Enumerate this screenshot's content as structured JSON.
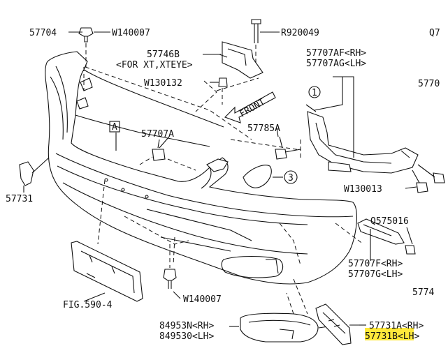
{
  "colors": {
    "line": "#111111",
    "background": "#ffffff",
    "highlight": "#ffe93b"
  },
  "labels": {
    "p57704": "57704",
    "w140007_top": "W140007",
    "r920049": "R920049",
    "q_cut": "Q7",
    "p57746b": "57746B",
    "xt_note": "<FOR XT,XTEYE>",
    "w130132": "W130132",
    "front": "FRONT",
    "p57707af": "57707AF<RH>",
    "p57707ag": "57707AG<LH>",
    "p5770_cut": "5770",
    "box_a": "A",
    "p57707a": "57707A",
    "circle_1": "1",
    "p57785a": "57785A",
    "circle_3": "3",
    "w130013": "W130013",
    "p57731": "57731",
    "q575016": "Q575016",
    "p57707f": "57707F<RH>",
    "p57707g": "57707G<LH>",
    "p5774_cut": "5774",
    "fig590": "FIG.590-4",
    "w140007_bottom": "W140007",
    "p84953n": "84953N<RH>",
    "p849530": "849530<LH>",
    "p57731a": "57731A<RH>",
    "p57731b": "57731B<LH>"
  }
}
